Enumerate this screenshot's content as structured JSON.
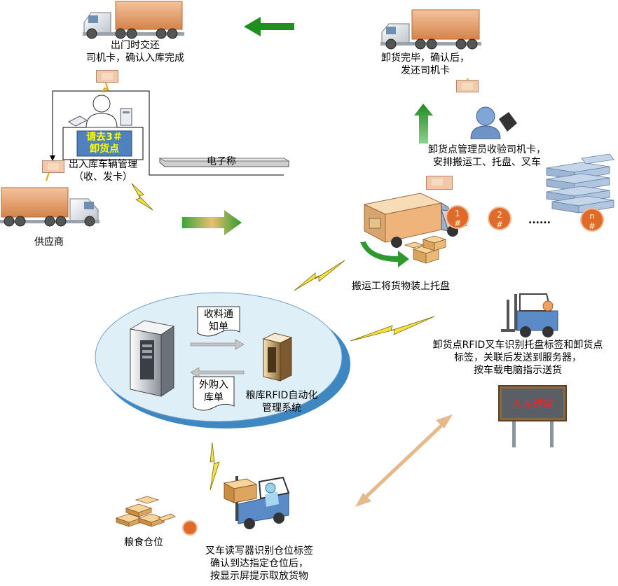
{
  "labels": {
    "exit_return": [
      "出门时交还",
      "司机卡，确认入库完成"
    ],
    "unload_done": [
      "卸货完毕，确认后，",
      "发还司机卡"
    ],
    "screen_text": [
      "请去3＃",
      "卸货点"
    ],
    "gate_mgmt": [
      "出入库车辆管理",
      "（收、发卡）"
    ],
    "scale": "电子称",
    "supplier": "供应商",
    "manager": [
      "卸货点管理员收验司机卡，",
      "安排搬运工、托盘、叉车"
    ],
    "slots": [
      [
        "1",
        "#"
      ],
      [
        "2",
        "#"
      ],
      [
        "n",
        "#"
      ]
    ],
    "dots": "......",
    "porter": "搬运工将货物装上托盘",
    "receive_note": [
      "收料通",
      "知单"
    ],
    "purchase_note": [
      "外购入",
      "库单"
    ],
    "system": [
      "粮库RFID自动化",
      "管理系统"
    ],
    "forklift_rfid": [
      "卸货点RFID叉车识别托盘标签和卸货点",
      "标签，关联后发送到服务器，",
      "按车载电脑指示送货"
    ],
    "progress_board": "入库进度",
    "grain_slot": "粮食仓位",
    "forklift_reader": [
      "叉车读写器识别仓位标签",
      "确认到达指定仓位后，",
      "按显示屏提示取放货物"
    ]
  },
  "colors": {
    "truck_box": "#e9a06b",
    "green_arrow": "#2e9a2e",
    "ellipse_fill": "#dfeff8",
    "ellipse_shadow": "#3f87c0",
    "screen": "#4f81bd",
    "screen_text": "#ffff00",
    "slot": "#e06a2a",
    "board_text": "#ff2020",
    "double_arrow": "#e6b98a"
  }
}
